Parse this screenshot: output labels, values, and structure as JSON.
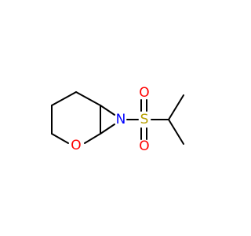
{
  "atoms": [
    {
      "id": "N",
      "label": "N",
      "color": "#0000ff"
    },
    {
      "id": "O",
      "label": "O",
      "color": "#ff0000"
    },
    {
      "id": "S",
      "label": "S",
      "color": "#b8a000"
    },
    {
      "id": "O_top",
      "label": "O",
      "color": "#ff0000"
    },
    {
      "id": "O_bottom",
      "label": "O",
      "color": "#ff0000"
    }
  ],
  "colors": {
    "bond": "#000000",
    "background": "#ffffff"
  }
}
